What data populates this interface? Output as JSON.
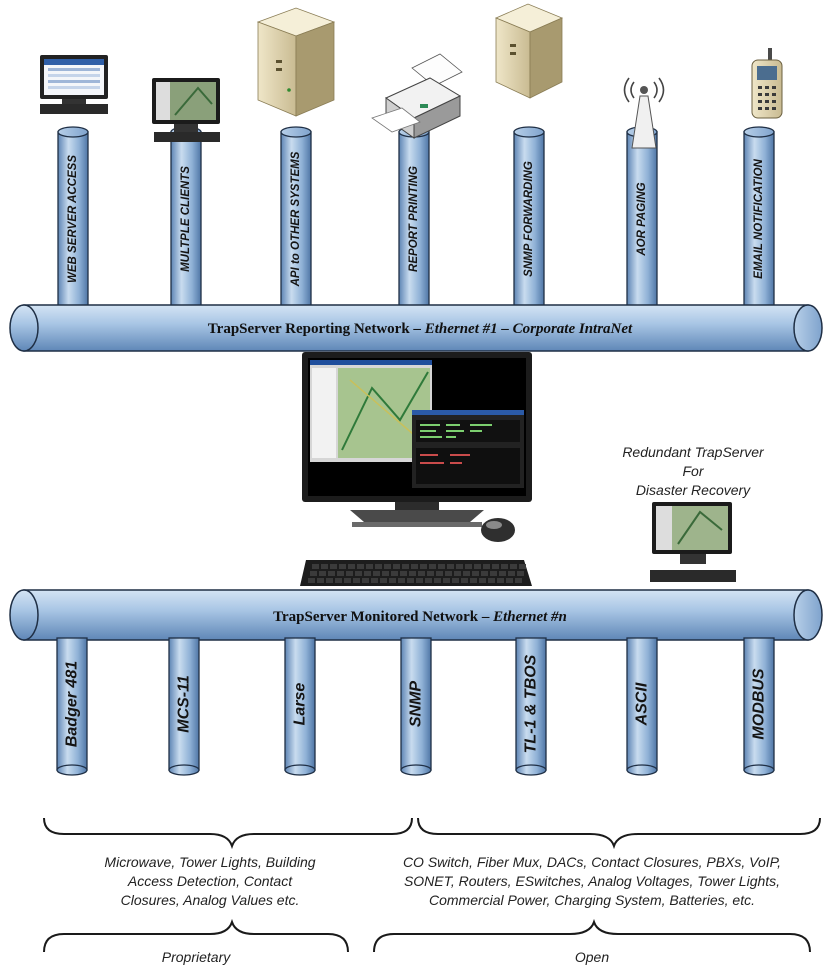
{
  "colors": {
    "pipe_light": "#c9dcef",
    "pipe_mid": "#8fb1d6",
    "pipe_dark": "#5d84b4",
    "outline": "#1f2f45"
  },
  "top_network": {
    "name": "TrapServer Reporting Network – ",
    "italic": "Ethernet #1 – Corporate IntraNet"
  },
  "bottom_network": {
    "name": "TrapServer Monitored Network – ",
    "italic": "Ethernet #n"
  },
  "top_services": [
    {
      "label": "WEB SERVER ACCESS",
      "icon": "web-monitor-icon"
    },
    {
      "label": "MULTPLE CLIENTS",
      "icon": "client-monitor-icon"
    },
    {
      "label": "API to OTHER SYSTEMS",
      "icon": "server-tower-icon"
    },
    {
      "label": "REPORT PRINTING",
      "icon": "printer-icon"
    },
    {
      "label": "SNMP FORWARDING",
      "icon": "small-server-icon"
    },
    {
      "label": "AOR PAGING",
      "icon": "paging-antenna-icon"
    },
    {
      "label": "EMAIL NOTIFICATION",
      "icon": "cell-phone-icon"
    }
  ],
  "bottom_protocols": [
    {
      "label": "Badger 481"
    },
    {
      "label": "MCS-11"
    },
    {
      "label": "Larse"
    },
    {
      "label": "SNMP"
    },
    {
      "label": "TL-1 & TBOS"
    },
    {
      "label": "ASCII"
    },
    {
      "label": "MODBUS"
    }
  ],
  "redundant": {
    "line1": "Redundant TrapServer",
    "line2": "For",
    "line3": "Disaster Recovery"
  },
  "proprietary": {
    "description_line1": "Microwave, Tower Lights, Building",
    "description_line2": "Access Detection, Contact",
    "description_line3": "Closures, Analog Values etc.",
    "label": "Proprietary"
  },
  "open": {
    "description_line1": "CO Switch, Fiber Mux, DACs, Contact Closures, PBXs, VoIP,",
    "description_line2": "SONET, Routers, ESwitches, Analog Voltages, Tower Lights,",
    "description_line3": "Commercial Power, Charging System, Batteries, etc.",
    "label": "Open"
  }
}
